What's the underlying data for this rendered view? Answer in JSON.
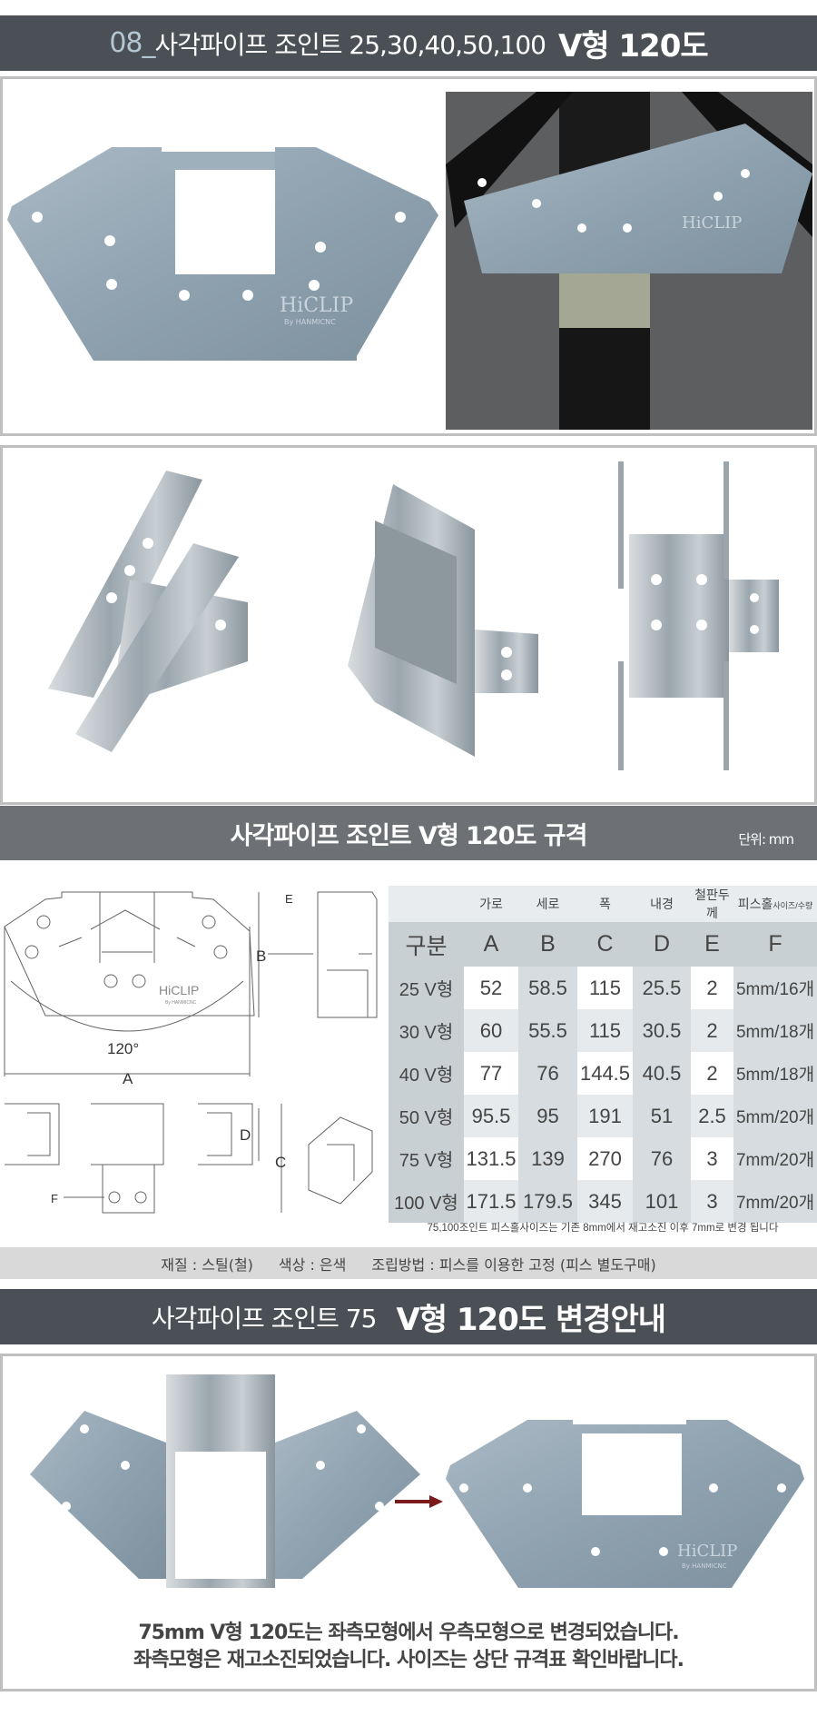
{
  "header": {
    "number": "08_",
    "title": "사각파이프 조인트 25,30,40,50,100",
    "title_strong": "V형 120도"
  },
  "brand": {
    "logo": "HiCLIP",
    "sub": "By HANMICNC"
  },
  "spec_bar": {
    "title": "사각파이프 조인트 V형 120도 규격",
    "unit": "단위: mm"
  },
  "drawing": {
    "angle_label": "120°",
    "dims": [
      "A",
      "B",
      "C",
      "D",
      "E",
      "F"
    ]
  },
  "spec_table": {
    "desc_headers": [
      "",
      "가로",
      "세로",
      "폭",
      "내경",
      "철판두께",
      "피스홀",
      "사이즈/수량"
    ],
    "col_headers": [
      "구분",
      "A",
      "B",
      "C",
      "D",
      "E",
      "F"
    ],
    "rows": [
      {
        "label": "25 V형",
        "A": "52",
        "B": "58.5",
        "C": "115",
        "D": "25.5",
        "E": "2",
        "F": "5mm/16개"
      },
      {
        "label": "30 V형",
        "A": "60",
        "B": "55.5",
        "C": "115",
        "D": "30.5",
        "E": "2",
        "F": "5mm/18개"
      },
      {
        "label": "40 V형",
        "A": "77",
        "B": "76",
        "C": "144.5",
        "D": "40.5",
        "E": "2",
        "F": "5mm/18개"
      },
      {
        "label": "50 V형",
        "A": "95.5",
        "B": "95",
        "C": "191",
        "D": "51",
        "E": "2.5",
        "F": "5mm/20개"
      },
      {
        "label": "75 V형",
        "A": "131.5",
        "B": "139",
        "C": "270",
        "D": "76",
        "E": "3",
        "F": "7mm/20개"
      },
      {
        "label": "100 V형",
        "A": "171.5",
        "B": "179.5",
        "C": "345",
        "D": "101",
        "E": "3",
        "F": "7mm/20개"
      }
    ],
    "footnote": "75,100조인트 피스홀사이즈는 기존 8mm에서 재고소진 이후 7mm로 변경 됩니다"
  },
  "material_bar": {
    "material": "재질 : 스틸(철)",
    "color": "색상 : 은색",
    "assembly": "조립방법 : 피스를 이용한 고정 (피스 별도구매)"
  },
  "change_bar": {
    "title": "사각파이프 조인트 75",
    "title_strong": "V형 120도 변경안내"
  },
  "notice": {
    "line1": "75mm V형 120도는  좌측모형에서 우측모형으로 변경되었습니다.",
    "line2": "좌측모형은 재고소진되었습니다. 사이즈는 상단 규격표 확인바랍니다."
  },
  "colors": {
    "header_bg": "#4a5055",
    "spec_bg": "#6d7175",
    "number": "#b4c6d2",
    "arrow": "#7a1a1a"
  }
}
